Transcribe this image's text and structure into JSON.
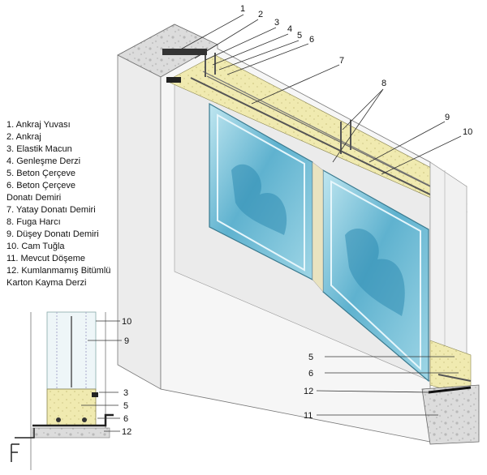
{
  "legend": [
    "1.  Ankraj Yuvası",
    "2.  Ankraj",
    "3.  Elastik Macun",
    "4.  Genleşme Derzi",
    "5.  Beton Çerçeve",
    "6.  Beton Çerçeve",
    "     Donatı Demiri",
    "7.  Yatay Donatı Demiri",
    "8.  Fuga Harcı",
    "9.  Düşey Donatı Demiri",
    "10. Cam Tuğla",
    "11. Mevcut Döşeme",
    "12. Kumlanmamış Bitümlü",
    "      Karton Kayma Derzi"
  ],
  "callouts_top": [
    "1",
    "2",
    "3",
    "4",
    "5",
    "6",
    "7",
    "8",
    "9",
    "10"
  ],
  "callouts_right": [
    "5",
    "6",
    "12",
    "11"
  ],
  "callouts_section": [
    "10",
    "9",
    "3",
    "5",
    "6",
    "12"
  ],
  "colors": {
    "glass": "#6fb9d3",
    "glass_light": "#bfe6f0",
    "concrete": "#f0eab0",
    "slab": "#d8d8d8",
    "frame": "#f4f4f4"
  }
}
